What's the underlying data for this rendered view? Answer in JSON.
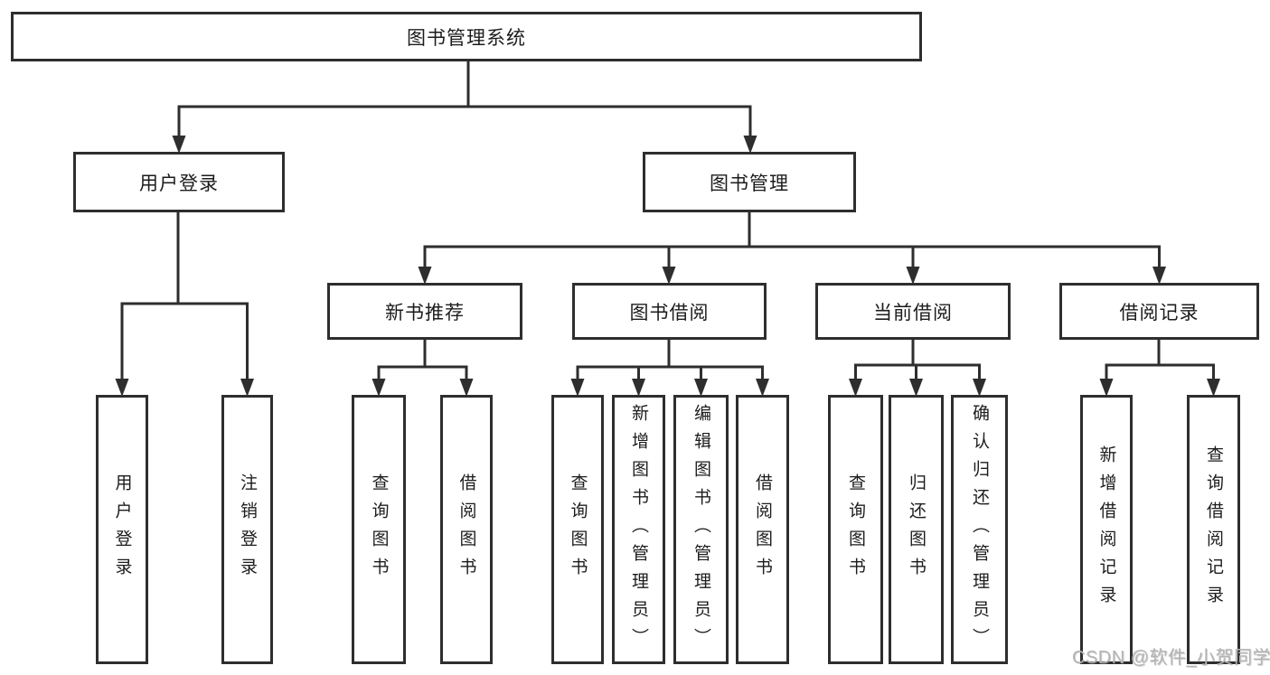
{
  "diagram": {
    "type": "hierarchy-tree",
    "tree": {
      "label": "图书管理系统",
      "children": [
        {
          "label": "用户登录",
          "children": [
            {
              "label": "用户登录"
            },
            {
              "label": "注销登录"
            }
          ]
        },
        {
          "label": "图书管理",
          "children": [
            {
              "label": "新书推荐",
              "children": [
                {
                  "label": "查询图书"
                },
                {
                  "label": "借阅图书"
                }
              ]
            },
            {
              "label": "图书借阅",
              "children": [
                {
                  "label": "查询图书"
                },
                {
                  "label": "新增图书（管理员）"
                },
                {
                  "label": "编辑图书（管理员）"
                },
                {
                  "label": "借阅图书"
                }
              ]
            },
            {
              "label": "当前借阅",
              "children": [
                {
                  "label": "查询图书"
                },
                {
                  "label": "归还图书"
                },
                {
                  "label": "确认归还（管理员）"
                }
              ]
            },
            {
              "label": "借阅记录",
              "children": [
                {
                  "label": "新增借阅记录"
                },
                {
                  "label": "查询借阅记录"
                }
              ]
            }
          ]
        }
      ]
    },
    "colors": {
      "line": "#2e2e2e",
      "text": "#1c1c1c",
      "background": "#ffffff",
      "watermark": "#b4b4b4"
    }
  },
  "watermark": {
    "text": "CSDN @软件_小贺同学"
  }
}
